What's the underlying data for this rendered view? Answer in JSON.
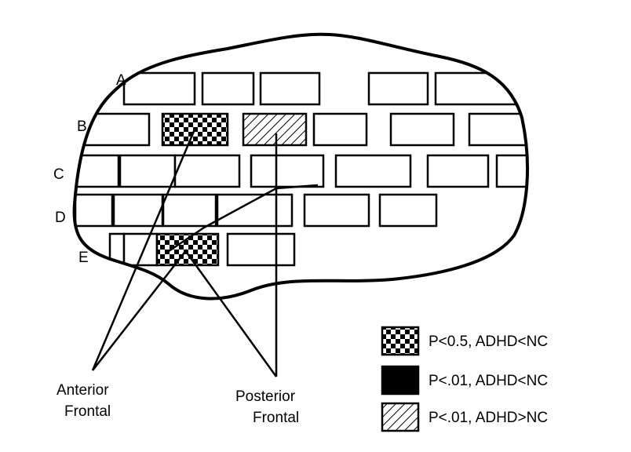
{
  "diagram": {
    "row_labels": [
      "A",
      "B",
      "C",
      "D",
      "E"
    ],
    "callouts": {
      "anterior": {
        "line1": "Anterior",
        "line2": "Frontal"
      },
      "posterior": {
        "line1": "Posterior",
        "line2": "Frontal"
      }
    },
    "legend": [
      {
        "pattern": "checker",
        "label": "P<0.5, ADHD<NC"
      },
      {
        "pattern": "solid",
        "label": "P<.01, ADHD<NC"
      },
      {
        "pattern": "hatch",
        "label": "P<.01, ADHD>NC"
      }
    ]
  }
}
